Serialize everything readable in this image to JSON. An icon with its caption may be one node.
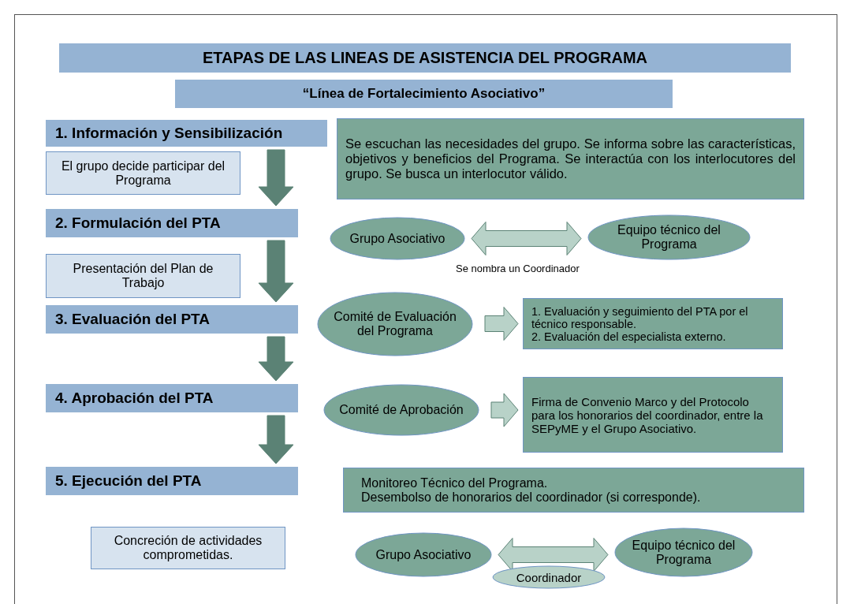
{
  "diagram": {
    "nodes": [
      {
        "text": [
          "ETAPAS DE LAS LINEAS DE ASISTENCIA DEL PROGRAMA"
        ]
      },
      {
        "text": [
          "“Línea de Fortalecimiento Asociativo”"
        ]
      },
      {
        "text": [
          "1. Información y Sensibilización"
        ]
      },
      {
        "text": [
          "Se escuchan las necesidades del grupo. Se informa sobre las características, objetivos y beneficios del Programa. Se interactúa con los interlocutores del grupo. Se busca un interlocutor válido."
        ]
      },
      {
        "text": [
          "El grupo decide participar del Programa"
        ]
      },
      {
        "text": [
          "2. Formulación del PTA"
        ]
      },
      {
        "text": [
          "Grupo Asociativo"
        ]
      },
      {
        "text": [
          "Equipo técnico del Programa"
        ]
      },
      {
        "text": [
          "Presentación del Plan de Trabajo"
        ]
      },
      {
        "text": [
          "3. Evaluación del PTA"
        ]
      },
      {
        "text": [
          "Comité de Evaluación del Programa"
        ]
      },
      {
        "text": [
          "1. Evaluación y seguimiento del PTA por el técnico responsable.",
          "2. Evaluación del especialista externo."
        ]
      },
      {
        "text": [
          "4. Aprobación del PTA"
        ]
      },
      {
        "text": [
          "Comité de Aprobación"
        ]
      },
      {
        "text": [
          "Firma de Convenio Marco y del Protocolo para los honorarios del coordinador, entre la SEPyME y el Grupo Asociativo."
        ]
      },
      {
        "text": [
          "5. Ejecución del PTA"
        ]
      },
      {
        "text": [
          "Monitoreo Técnico del Programa.",
          "Desembolso de honorarios del coordinador (si corresponde)."
        ]
      },
      {
        "text": [
          "Concreción de actividades comprometidas."
        ]
      },
      {
        "text": [
          "Grupo Asociativo"
        ]
      },
      {
        "text": [
          "Equipo técnico del Programa"
        ]
      },
      {
        "text": [
          "Coordinador"
        ]
      }
    ],
    "edges": [
      {
        "from": 2,
        "to": 5,
        "arrow": "to"
      },
      {
        "from": 5,
        "to": 9,
        "arrow": "to"
      },
      {
        "from": 9,
        "to": 12,
        "arrow": "to"
      },
      {
        "from": 12,
        "to": 15,
        "arrow": "to"
      },
      {
        "from": 6,
        "to": 7,
        "arrow": "both",
        "color": "#b8d2c8"
      },
      {
        "from": 10,
        "to": 11,
        "arrow": "to",
        "color": "#b8d2c8"
      },
      {
        "from": 13,
        "to": 14,
        "arrow": "to",
        "color": "#b8d2c8"
      },
      {
        "from": 18,
        "to": 19,
        "arrow": "both",
        "color": "#b8d2c8"
      }
    ],
    "labels": [
      "Se nombra un Coordinador"
    ]
  }
}
